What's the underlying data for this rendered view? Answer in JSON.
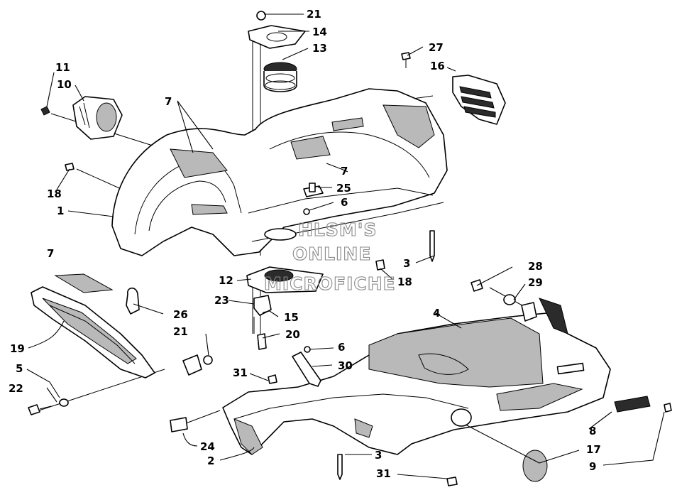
{
  "watermark": {
    "line1": "HLSM'S",
    "line2": "ONLINE",
    "line3": "MICROFICHE"
  },
  "callouts": [
    {
      "id": "c21a",
      "text": "21"
    },
    {
      "id": "c14",
      "text": "14"
    },
    {
      "id": "c13",
      "text": "13"
    },
    {
      "id": "c27",
      "text": "27"
    },
    {
      "id": "c16",
      "text": "16"
    },
    {
      "id": "c11",
      "text": "11"
    },
    {
      "id": "c10",
      "text": "10"
    },
    {
      "id": "c7a",
      "text": "7"
    },
    {
      "id": "c7b",
      "text": "7"
    },
    {
      "id": "c18a",
      "text": "18"
    },
    {
      "id": "c25",
      "text": "25"
    },
    {
      "id": "c6a",
      "text": "6"
    },
    {
      "id": "c1",
      "text": "1"
    },
    {
      "id": "c3a",
      "text": "3"
    },
    {
      "id": "c7c",
      "text": "7"
    },
    {
      "id": "c12",
      "text": "12"
    },
    {
      "id": "c18b",
      "text": "18"
    },
    {
      "id": "c28",
      "text": "28"
    },
    {
      "id": "c29",
      "text": "29"
    },
    {
      "id": "c23",
      "text": "23"
    },
    {
      "id": "c26",
      "text": "26"
    },
    {
      "id": "c15",
      "text": "15"
    },
    {
      "id": "c4",
      "text": "4"
    },
    {
      "id": "c21b",
      "text": "21"
    },
    {
      "id": "c20",
      "text": "20"
    },
    {
      "id": "c19",
      "text": "19"
    },
    {
      "id": "c6b",
      "text": "6"
    },
    {
      "id": "c30",
      "text": "30"
    },
    {
      "id": "c5",
      "text": "5"
    },
    {
      "id": "c31a",
      "text": "31"
    },
    {
      "id": "c22",
      "text": "22"
    },
    {
      "id": "c24",
      "text": "24"
    },
    {
      "id": "c8",
      "text": "8"
    },
    {
      "id": "c2",
      "text": "2"
    },
    {
      "id": "c3b",
      "text": "3"
    },
    {
      "id": "c17",
      "text": "17"
    },
    {
      "id": "c9",
      "text": "9"
    },
    {
      "id": "c31b",
      "text": "31"
    }
  ]
}
